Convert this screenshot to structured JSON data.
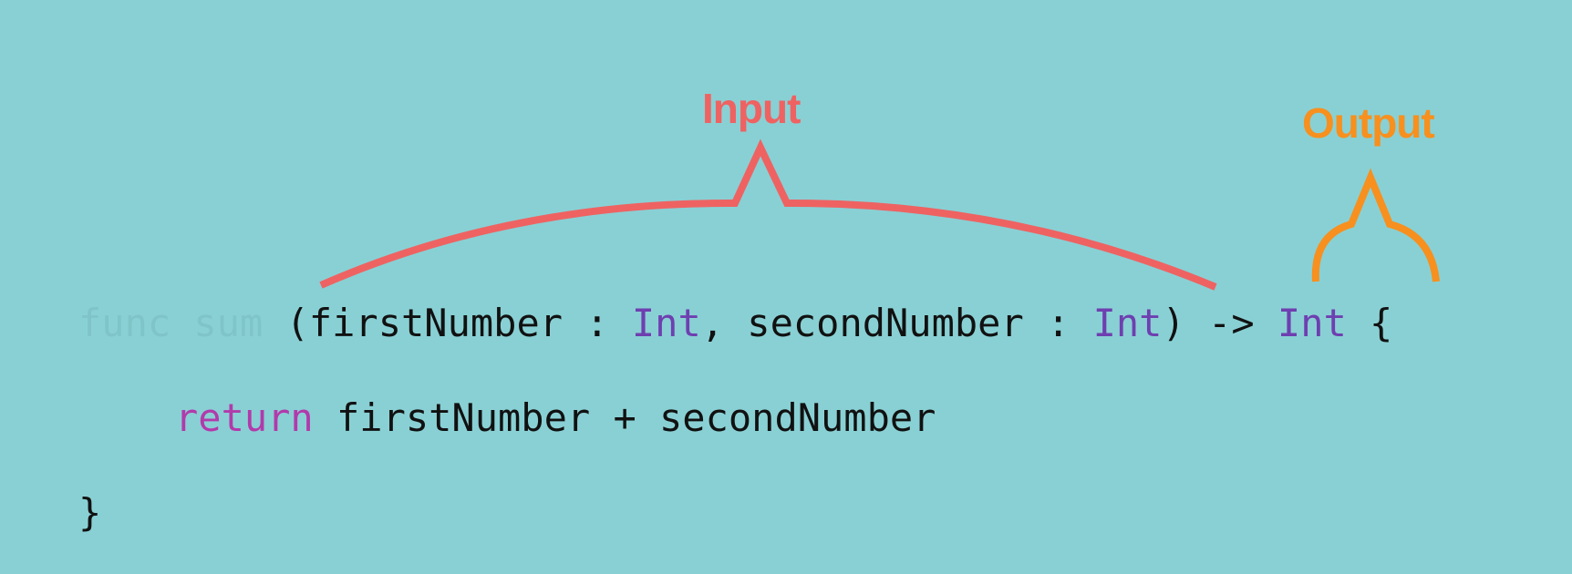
{
  "annotations": {
    "input_label": "Input",
    "output_label": "Output"
  },
  "colors": {
    "background": "#89d0d4",
    "input_accent": "#ef6262",
    "output_accent": "#f7901e",
    "type_keyword": "#6e3fb0",
    "return_keyword": "#b23aab"
  },
  "code": {
    "line1": {
      "func_keyword": "func sum ",
      "open_paren_param1": "(firstNumber : ",
      "type1": "Int",
      "sep_param2": ", secondNumber : ",
      "type2": "Int",
      "close_arrow": ") -> ",
      "return_type": "Int",
      "open_brace": " {"
    },
    "line2": {
      "return_keyword": "return",
      "expression": " firstNumber + secondNumber"
    },
    "line3": {
      "close_brace": "}"
    }
  }
}
